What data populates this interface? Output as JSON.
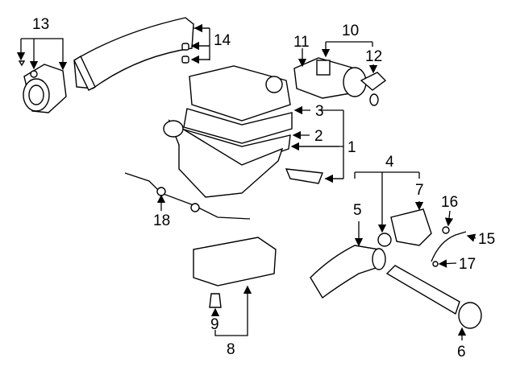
{
  "diagram": {
    "title": "Air intake components",
    "callouts": [
      {
        "id": "1",
        "text": "1"
      },
      {
        "id": "2",
        "text": "2"
      },
      {
        "id": "3",
        "text": "3"
      },
      {
        "id": "4",
        "text": "4"
      },
      {
        "id": "5",
        "text": "5"
      },
      {
        "id": "6",
        "text": "6"
      },
      {
        "id": "7",
        "text": "7"
      },
      {
        "id": "8",
        "text": "8"
      },
      {
        "id": "9",
        "text": "9"
      },
      {
        "id": "10",
        "text": "10"
      },
      {
        "id": "11",
        "text": "11"
      },
      {
        "id": "12",
        "text": "12"
      },
      {
        "id": "13",
        "text": "13"
      },
      {
        "id": "14",
        "text": "14"
      },
      {
        "id": "15",
        "text": "15"
      },
      {
        "id": "16",
        "text": "16"
      },
      {
        "id": "17",
        "text": "17"
      },
      {
        "id": "18",
        "text": "18"
      }
    ]
  }
}
